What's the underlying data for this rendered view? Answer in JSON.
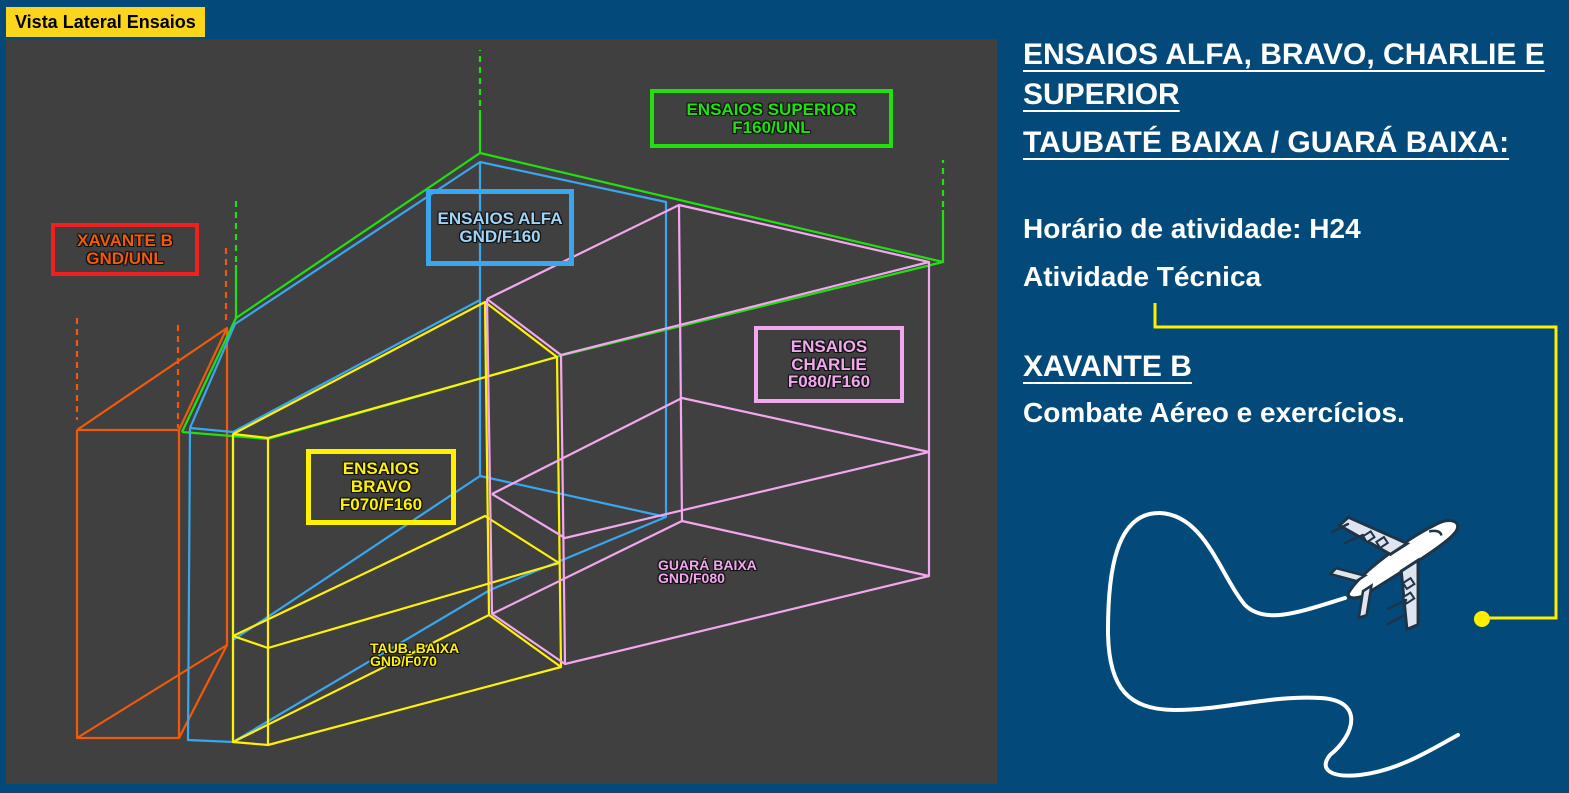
{
  "title_tag": "Vista Lateral Ensaios",
  "colors": {
    "page_background": "#034a7a",
    "diagram_background": "#404040",
    "title_tag": "#fbd41c",
    "xavante_box": "#f02020",
    "xavante": "#f15a0a",
    "superior": "#22e010",
    "alfa": "#3aa6ee",
    "bravo": "#fff200",
    "charlie": "#f2a8ee",
    "connector": "#ffee00"
  },
  "diagram": {
    "zones": [
      {
        "id": "xavante-b",
        "lines": [
          "XAVANTE B",
          "GND/UNL"
        ]
      },
      {
        "id": "superior",
        "lines": [
          "ENSAIOS SUPERIOR",
          "F160/UNL"
        ]
      },
      {
        "id": "alfa",
        "lines": [
          "ENSAIOS ALFA",
          "GND/F160"
        ]
      },
      {
        "id": "charlie",
        "lines": [
          "ENSAIOS",
          "CHARLIE",
          "F080/F160"
        ]
      },
      {
        "id": "bravo",
        "lines": [
          "ENSAIOS",
          "BRAVO",
          "F070/F160"
        ]
      }
    ],
    "sub_areas": [
      {
        "id": "taubate-baixa",
        "lines": [
          "TAUB. BAIXA",
          "GND/F070"
        ]
      },
      {
        "id": "guara-baixa",
        "lines": [
          "GUARÁ BAIXA",
          "GND/F080"
        ]
      }
    ]
  },
  "info": {
    "heading_lines": [
      "ENSAIOS ALFA, BRAVO, CHARLIE E",
      "SUPERIOR",
      "TAUBATÉ BAIXA / GUARÁ BAIXA:"
    ],
    "schedule": "Horário de atividade: H24",
    "activity": "Atividade Técnica",
    "xavante_heading": "XAVANTE B",
    "xavante_desc": "Combate Aéreo e exercícios."
  },
  "icons": {
    "airplane": "airplane-icon",
    "flight_path": "flight-path-icon"
  }
}
